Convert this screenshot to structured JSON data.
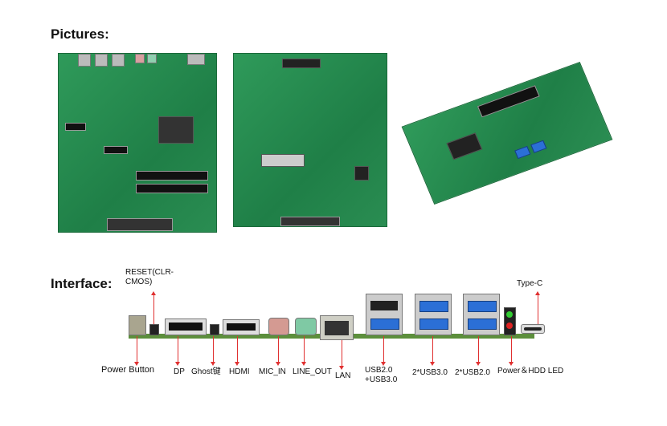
{
  "headings": {
    "pictures": "Pictures:",
    "interface": "Interface:"
  },
  "labels": {
    "reset": "RESET(CLR-CMOS)",
    "power_button": "Power Button",
    "dp": "DP",
    "ghost": "Ghost键",
    "hdmi": "HDMI",
    "mic_in": "MIC_IN",
    "line_out": "LINE_OUT",
    "lan": "LAN",
    "usb_combo_1": "USB2.0",
    "usb_combo_2": "+USB3.0",
    "usb3": "2*USB3.0",
    "usb2": "2*USB2.0",
    "led": "Power＆HDD LED",
    "typec": "Type-C"
  },
  "colors": {
    "arrow": "#e03030",
    "pcb": "#2f9a5a"
  }
}
